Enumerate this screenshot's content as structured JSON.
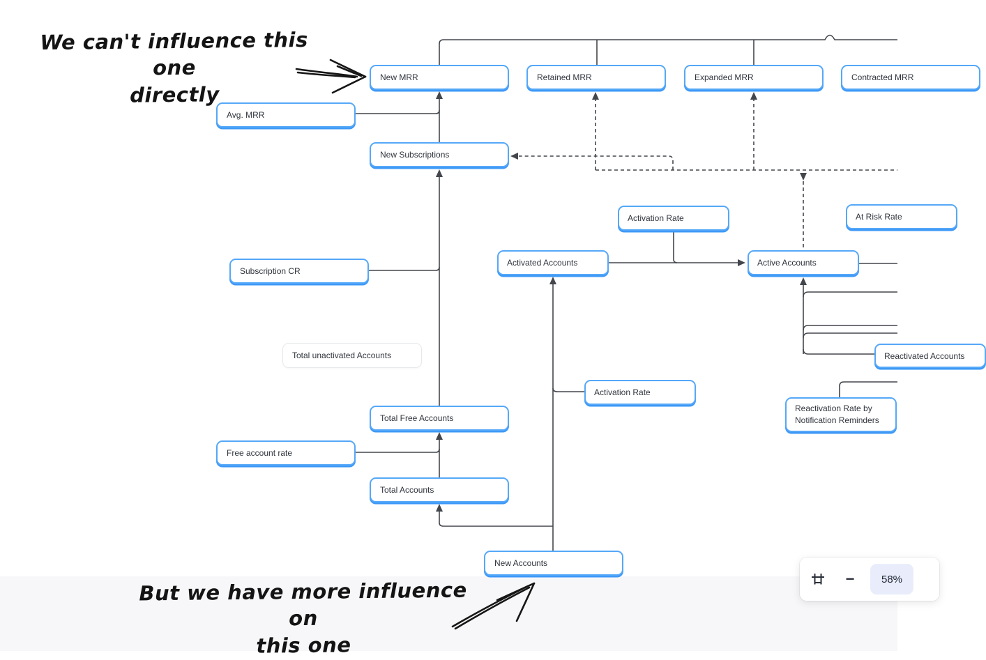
{
  "nodes": {
    "new_mrr": "New MRR",
    "retained_mrr": "Retained MRR",
    "expanded_mrr": "Expanded MRR",
    "contracted_mrr": "Contracted MRR",
    "avg_mrr": "Avg. MRR",
    "new_subscriptions": "New Subscriptions",
    "subscription_cr": "Subscription CR",
    "total_unactivated_accounts": "Total unactivated Accounts",
    "activated_accounts": "Activated Accounts",
    "activation_rate_top": "Activation Rate",
    "active_accounts": "Active Accounts",
    "at_risk_rate": "At Risk Rate",
    "activation_rate_bottom": "Activation Rate",
    "reactivated_accounts": "Reactivated Accounts",
    "reactivation_rate_line1": "Reactivation Rate by",
    "reactivation_rate_line2": "Notification Reminders",
    "total_free_accounts": "Total Free Accounts",
    "free_account_rate": "Free account rate",
    "total_accounts": "Total Accounts",
    "new_accounts": "New Accounts"
  },
  "annotations": {
    "cant_influence": {
      "line1": "We can't influence this one",
      "line2": "directly"
    },
    "more_influence": {
      "line1": "But we have more influence on",
      "line2": "this one"
    }
  },
  "toolbar": {
    "zoom_out_label": "−",
    "zoom_level": "58%"
  },
  "colors": {
    "node_border_blue": "#55a8f8",
    "node_shadow_blue": "#3e99f6",
    "node_border_gray": "#e7e8ea",
    "connector": "#43474d",
    "annotation_ink": "#141414",
    "zoom_chip_bg": "#e9edfb"
  }
}
